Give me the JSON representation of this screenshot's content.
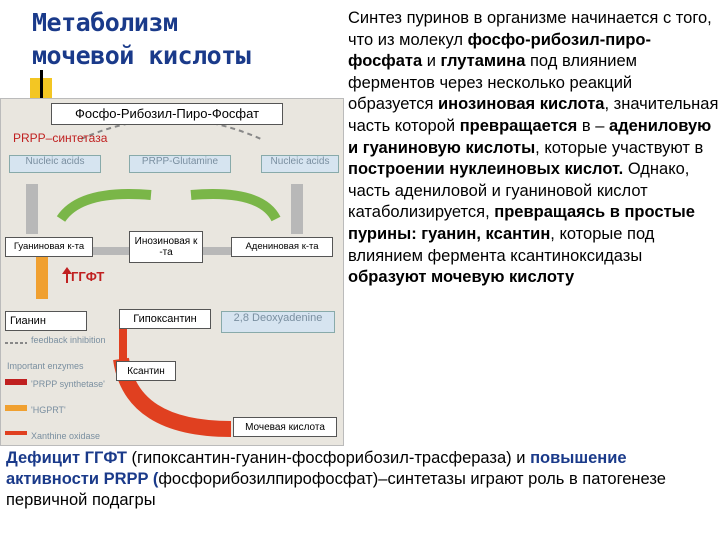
{
  "title": {
    "line1": "Метаболизм",
    "line2": "мочевой кислоты"
  },
  "diagram": {
    "top_label": "Фосфо-Рибозил-Пиро-Фосфат",
    "enzyme_prpp": "PRPP–синтетаза",
    "nucleic_left": "Nucleic acids",
    "prpp_glutamine": "PRPP-Glutamine",
    "nucleic_right": "Nucleic acids",
    "guanylic": "Гуаниновая к-та",
    "inosinic": "Инозиновая к\n-та",
    "adenylic": "Адениновая к-та",
    "enzyme_hgprt": "ГГФТ",
    "guanine": "Гианин",
    "hypoxanthine": "Гипоксантин",
    "deoxyadenine": "2,8 Deoxyadenine",
    "xanthine": "Ксантин",
    "uric_acid": "Мочевая кислота",
    "legend": [
      "feedback inhibition",
      "Important enzymes",
      "'PRPP synthetase'",
      "'HGPRT'",
      "Xanthine oxidase"
    ]
  },
  "right_text": {
    "p1": "Синтез пуринов в организме начинается с того, что из молекул",
    "b1": "фосфо-рибозил-пиро-фосфата",
    "p1b": "и",
    "b2": "глутамина",
    "p2": "под влиянием ферментов через несколько реакций образуется",
    "b3": "инозиновая кислота",
    "p3": ", значительная часть которой",
    "b4": "превращается",
    "p4": "в –",
    "b5": "адениловую и гуаниновую кислоты",
    "p5": ", которые участвуют в",
    "b6": "построении нуклеиновых кислот.",
    "p6": "Однако, часть адениловой и гуаниновой кислот катаболизируется,",
    "b7": "превращаясь в простые пурины: гуанин, ксантин",
    "p7": ", которые под влиянием фермента ксантиноксидазы",
    "b8": "образуют мочевую кислоту"
  },
  "bottom_text": {
    "b1": "Дефицит ГГФТ",
    "p1": " (гипоксантин-гуанин-фосфорибозил-трасфераза) и",
    "b2": "повышение активности PRPP (",
    "p2": "фосфорибозилпирофосфат)–синтетазы играют роль в патогенезе первичной подагры"
  },
  "colors": {
    "title": "#1a3a8a",
    "accent_yellow": "#f3c623",
    "red_arrow": "#e04020",
    "green_arrow": "#7ab648",
    "grey_arrow": "#b8b8b8"
  }
}
